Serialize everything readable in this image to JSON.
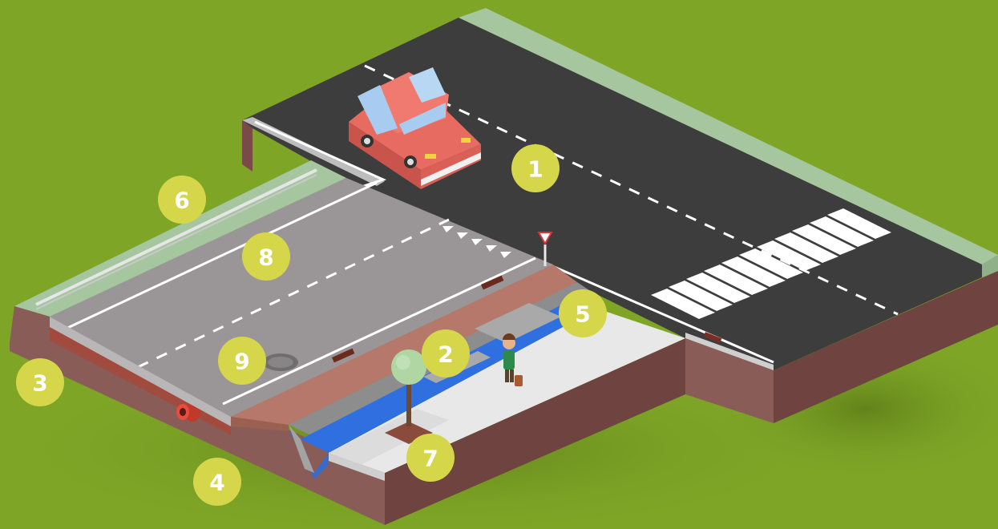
{
  "diagram": {
    "colors": {
      "grass": "#7ea526",
      "asphalt": "#3d3d3d",
      "concrete_road": "#9a9697",
      "soil": "#8a5c58",
      "brick_path": "#b5786a",
      "water": "#2f6fe0",
      "sidewalk": "#e8e8e8",
      "verge": "#a6c6a0",
      "car_body": "#e86b62",
      "marker": "#d6d64a"
    },
    "markers": [
      {
        "label": "1"
      },
      {
        "label": "2"
      },
      {
        "label": "3"
      },
      {
        "label": "4"
      },
      {
        "label": "5"
      },
      {
        "label": "6"
      },
      {
        "label": "7"
      },
      {
        "label": "8"
      },
      {
        "label": "9"
      }
    ],
    "icons": [
      "car-icon",
      "tree-icon",
      "pedestrian-icon",
      "yield-sign-icon",
      "manhole-icon",
      "drain-pipe-icon",
      "guardrail-icon"
    ]
  }
}
